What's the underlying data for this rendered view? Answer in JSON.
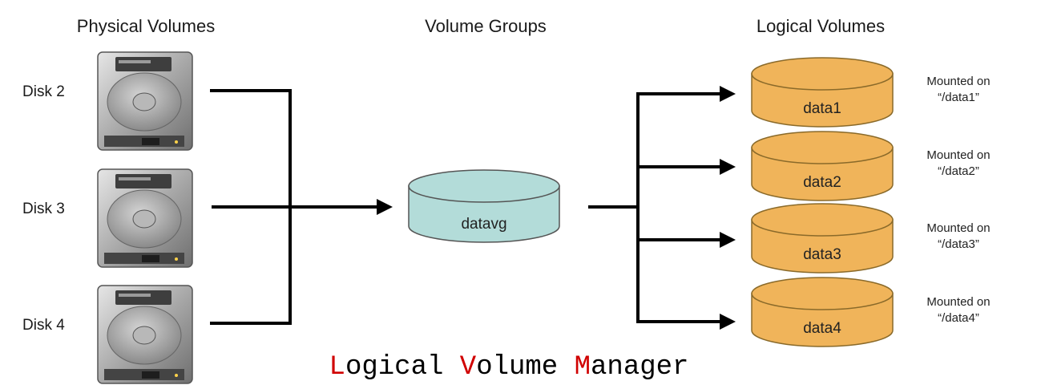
{
  "headers": {
    "physical": "Physical Volumes",
    "groups": "Volume Groups",
    "logical": "Logical Volumes"
  },
  "disks": [
    {
      "label": "Disk 2"
    },
    {
      "label": "Disk 3"
    },
    {
      "label": "Disk 4"
    }
  ],
  "volume_group": {
    "label": "datavg",
    "color": "#b3dcd9"
  },
  "logical_volumes": [
    {
      "label": "data1",
      "mount_line1": "Mounted on",
      "mount_line2": "“/data1”"
    },
    {
      "label": "data2",
      "mount_line1": "Mounted on",
      "mount_line2": "“/data2”"
    },
    {
      "label": "data3",
      "mount_line1": "Mounted on",
      "mount_line2": "“/data3”"
    },
    {
      "label": "data4",
      "mount_line1": "Mounted on",
      "mount_line2": "“/data4”"
    }
  ],
  "lv_color": "#f0b45a",
  "title": {
    "parts": [
      {
        "text": "L",
        "accent": true
      },
      {
        "text": "ogical ",
        "accent": false
      },
      {
        "text": "V",
        "accent": true
      },
      {
        "text": "olume ",
        "accent": false
      },
      {
        "text": "M",
        "accent": true
      },
      {
        "text": "anager",
        "accent": false
      }
    ],
    "accent_color": "#d00000"
  }
}
